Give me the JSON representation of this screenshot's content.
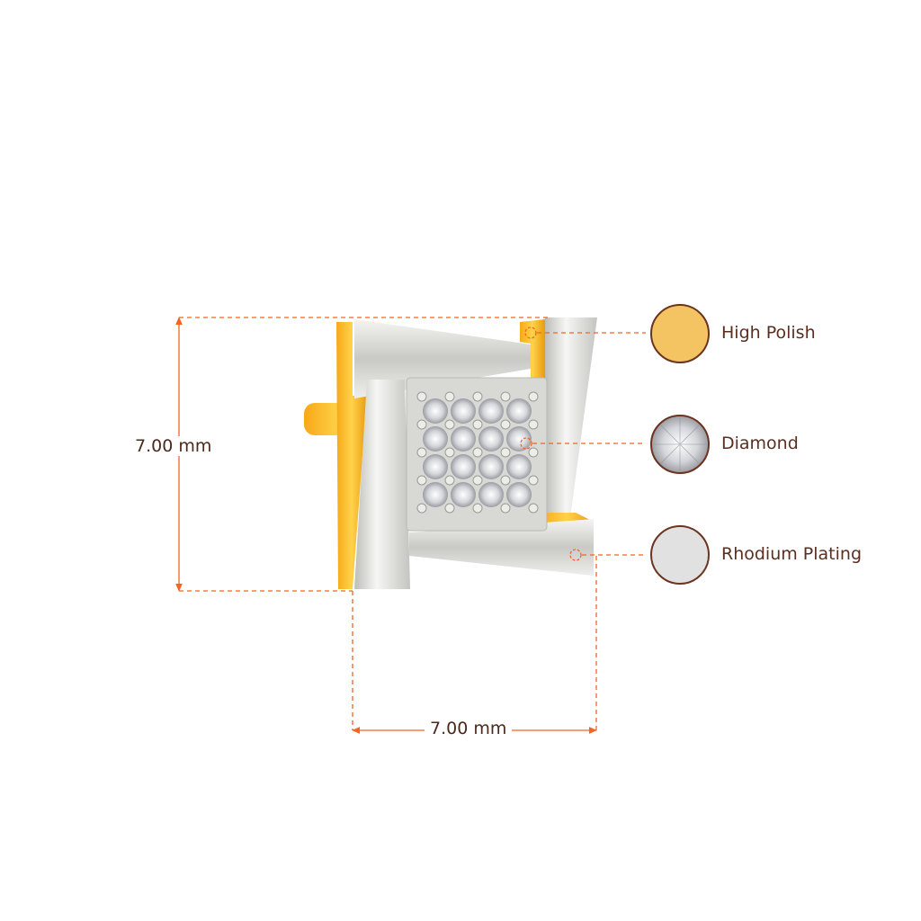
{
  "dimensions": {
    "height_label": "7.00 mm",
    "width_label": "7.00 mm"
  },
  "legend": [
    {
      "label": "High Polish",
      "swatch_color": "#f5c462",
      "icon": "gold-swatch"
    },
    {
      "label": "Diamond",
      "swatch_color": "#e8e8ea",
      "icon": "diamond-swatch"
    },
    {
      "label": "Rhodium Plating",
      "swatch_color": "#e1e1e1",
      "icon": "rhodium-swatch"
    }
  ],
  "colors": {
    "annotation": "#f26522",
    "text": "#5a2f20",
    "swatch_border": "#6b3420",
    "gold": "#f5b422",
    "silver": "#d9d9d6"
  }
}
